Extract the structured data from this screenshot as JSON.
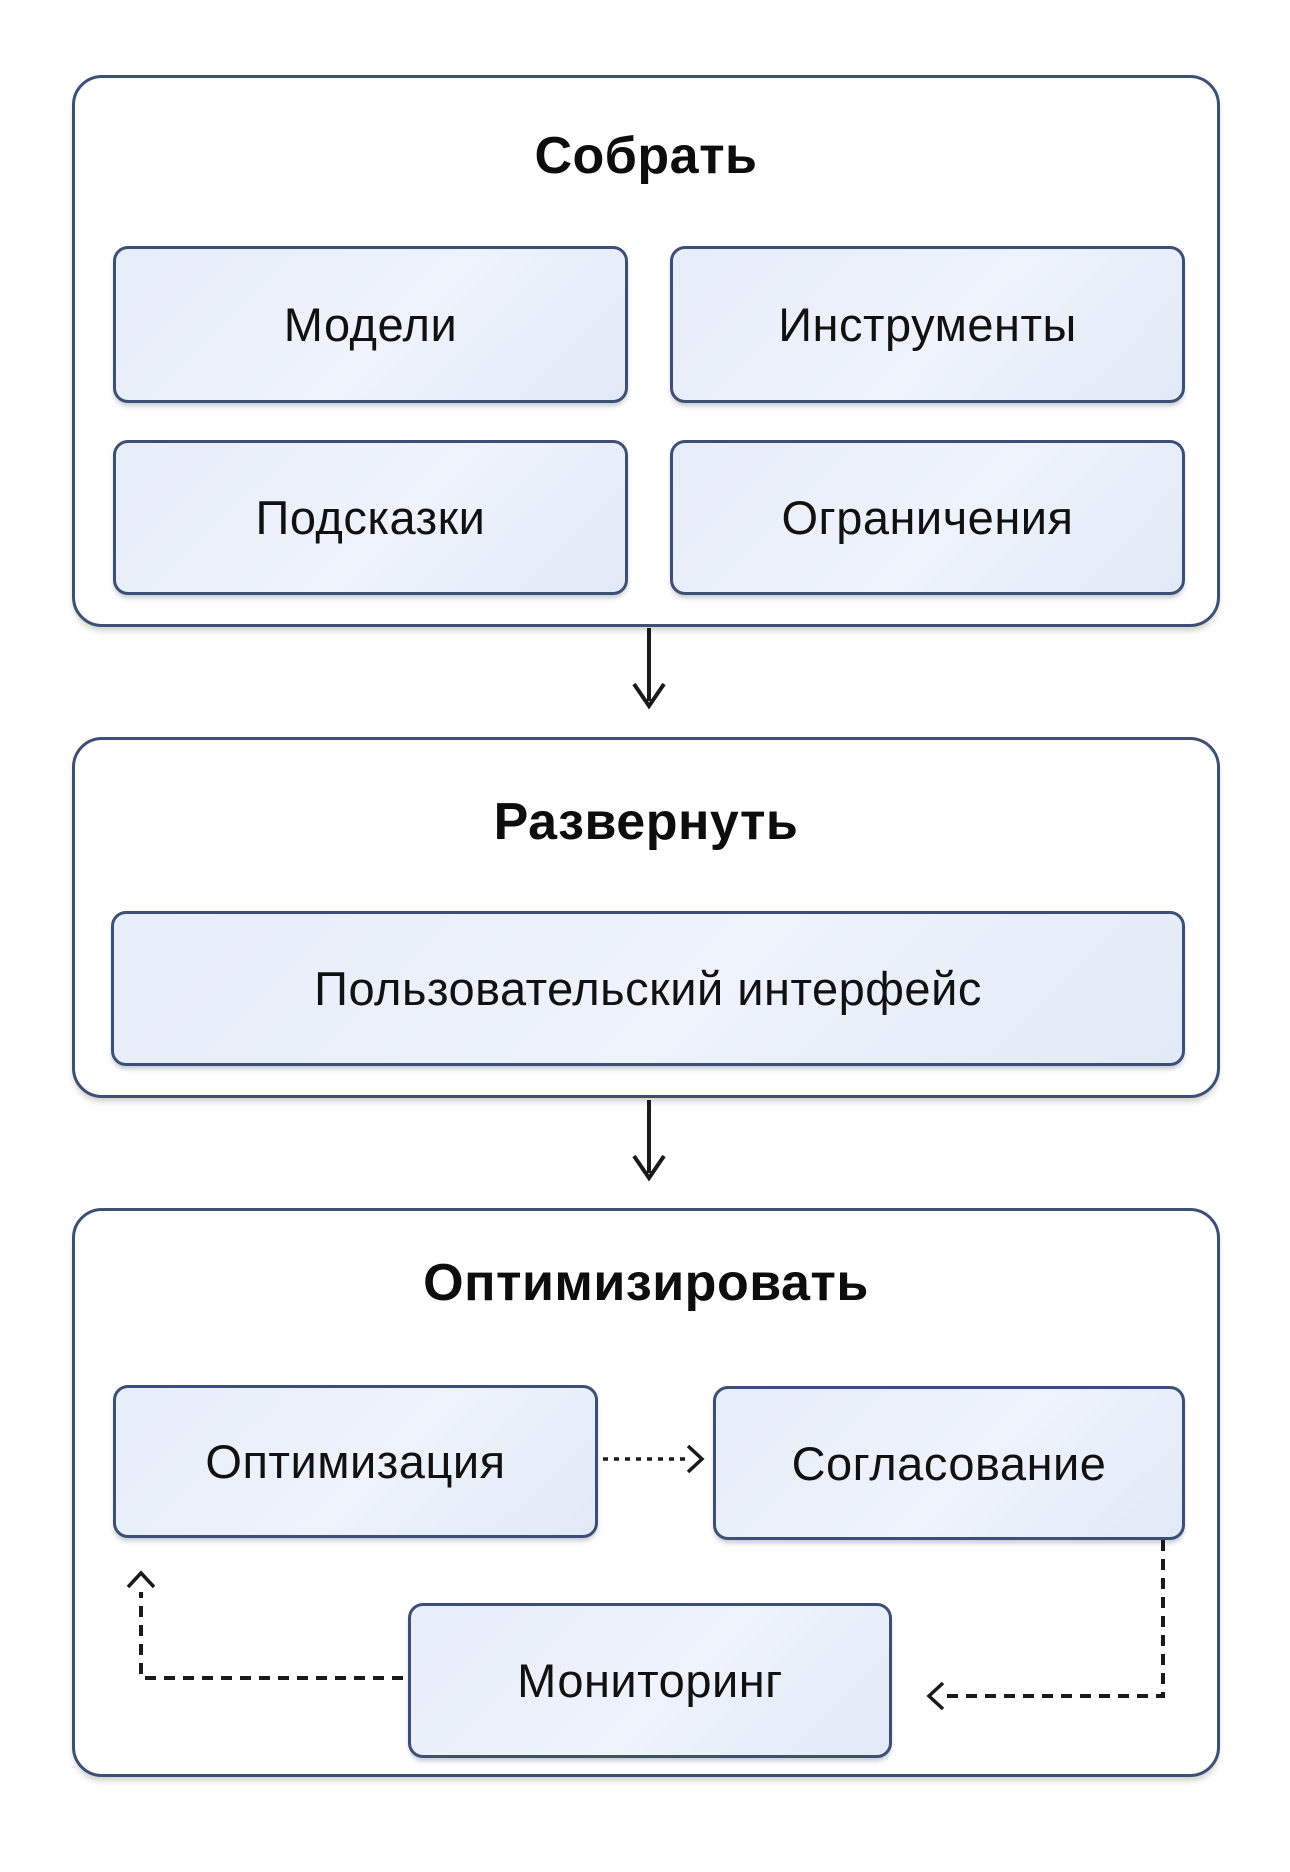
{
  "diagram": {
    "sections": [
      {
        "title": "Собрать",
        "boxes": [
          {
            "label": "Модели"
          },
          {
            "label": "Инструменты"
          },
          {
            "label": "Подсказки"
          },
          {
            "label": "Ограничения"
          }
        ]
      },
      {
        "title": "Развернуть",
        "boxes": [
          {
            "label": "Пользовательский интерфейс"
          }
        ]
      },
      {
        "title": "Оптимизировать",
        "boxes": [
          {
            "label": "Оптимизация"
          },
          {
            "label": "Согласование"
          },
          {
            "label": "Мониторинг"
          }
        ]
      }
    ],
    "connectors": [
      {
        "name": "assemble-to-deploy",
        "style": "solid",
        "from": "Собрать",
        "to": "Развернуть"
      },
      {
        "name": "deploy-to-optimize",
        "style": "solid",
        "from": "Развернуть",
        "to": "Оптимизировать"
      },
      {
        "name": "optimization-to-alignment",
        "style": "dashed",
        "from": "Оптимизация",
        "to": "Согласование"
      },
      {
        "name": "alignment-to-monitoring",
        "style": "dashed",
        "from": "Согласование",
        "to": "Мониторинг"
      },
      {
        "name": "monitoring-to-optimization",
        "style": "dashed",
        "from": "Мониторинг",
        "to": "Оптимизация"
      }
    ],
    "colors": {
      "border": "#3d4f76",
      "node_fill": "#e8eef9",
      "text": "#111111",
      "arrow": "#1a1a1a",
      "background": "#ffffff"
    }
  }
}
